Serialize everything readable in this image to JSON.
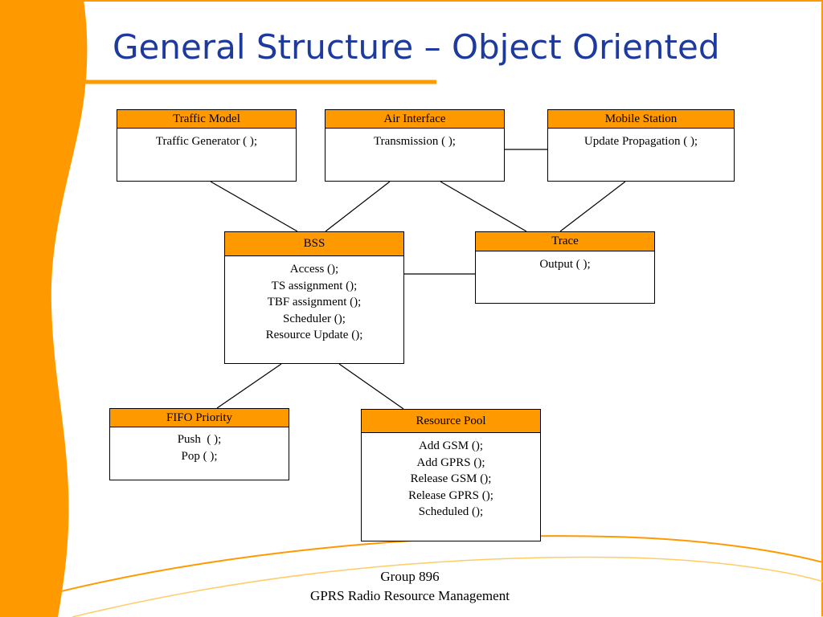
{
  "slide": {
    "title": "General Structure – Object Oriented",
    "colors": {
      "accent": "#ff9900",
      "title": "#1d3a9c"
    }
  },
  "classes": {
    "traffic_model": {
      "name": "Traffic Model",
      "methods": [
        "Traffic Generator ( );"
      ]
    },
    "air_interface": {
      "name": "Air Interface",
      "methods": [
        "Transmission ( );"
      ]
    },
    "mobile_station": {
      "name": "Mobile Station",
      "methods": [
        "Update Propagation ( );"
      ]
    },
    "bss": {
      "name": "BSS",
      "methods": [
        "Access ();",
        "TS assignment ();",
        "TBF assignment ();",
        "Scheduler ();",
        "Resource Update ();"
      ]
    },
    "trace": {
      "name": "Trace",
      "methods": [
        "Output ( );"
      ]
    },
    "fifo_priority": {
      "name": "FIFO Priority",
      "methods": [
        "Push  ( );",
        "Pop ( );"
      ]
    },
    "resource_pool": {
      "name": "Resource Pool",
      "methods": [
        "Add GSM ();",
        "Add GPRS ();",
        "Release GSM ();",
        "Release GPRS ();",
        "Scheduled ();"
      ]
    }
  },
  "footer": {
    "line1": "Group 896",
    "line2": "GPRS Radio Resource Management"
  }
}
